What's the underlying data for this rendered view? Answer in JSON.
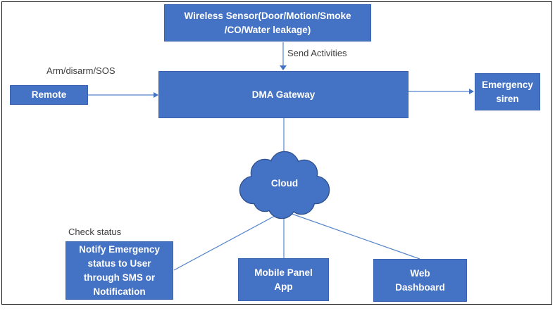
{
  "diagram": {
    "nodes": {
      "wireless_sensor": "Wireless Sensor(Door/Motion/Smoke\n/CO/Water leakage)",
      "remote": "Remote",
      "dma_gateway": "DMA Gateway",
      "emergency_siren": "Emergency\nsiren",
      "cloud": "Cloud",
      "notify_emergency": "Notify Emergency\nstatus to User\nthrough SMS or\nNotification",
      "mobile_panel_app": "Mobile Panel\nApp",
      "web_dashboard": "Web\nDashboard"
    },
    "labels": {
      "send_activities": "Send Activities",
      "arm_disarm_sos": "Arm/disarm/SOS",
      "check_status": "Check status"
    },
    "colors": {
      "node_fill": "#4472C4",
      "node_border": "#3B63AF",
      "cloud_outline": "#2F528F",
      "connector_line": "#5585CC",
      "arrowhead": "#4472C4",
      "node_text": "#FFFFFF",
      "label_text": "#3F3F3F",
      "frame_border": "#141414"
    }
  }
}
